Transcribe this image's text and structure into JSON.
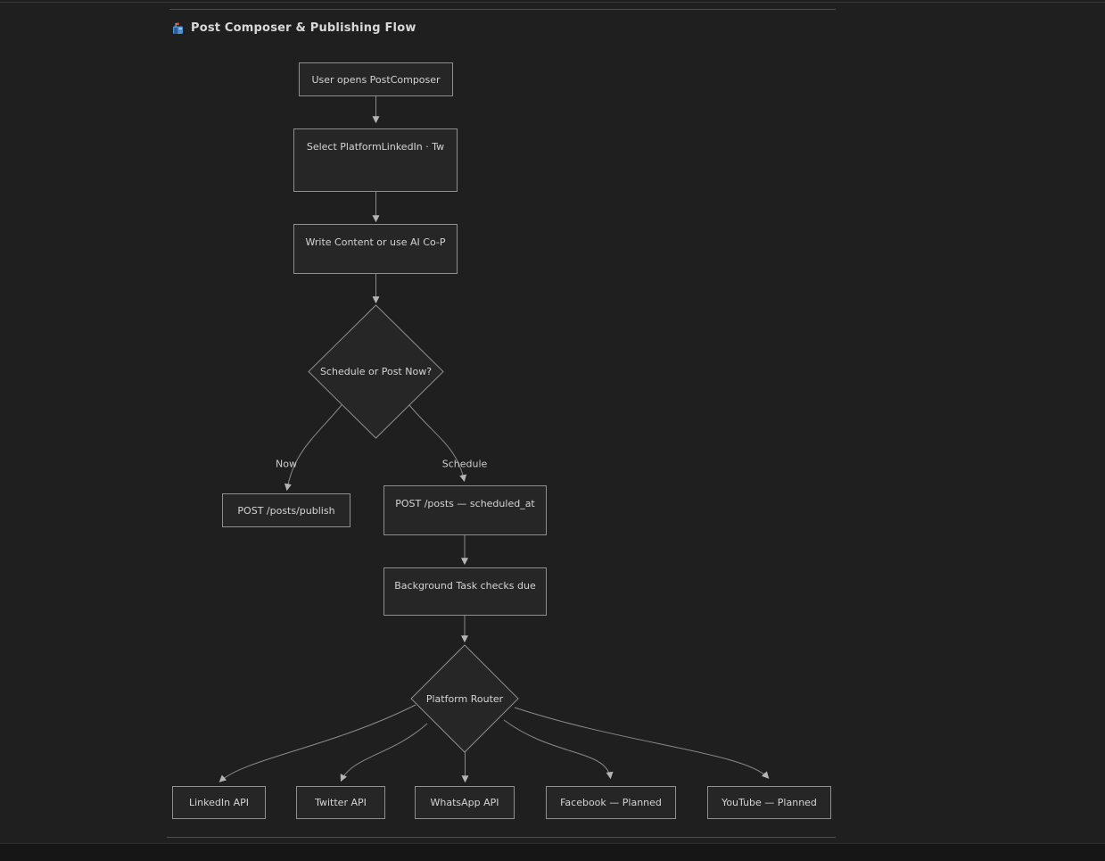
{
  "header": {
    "icon": "mailbox-icon",
    "title": "Post Composer & Publishing Flow"
  },
  "flowchart": {
    "type": "flowchart-top-down",
    "nodes": [
      {
        "id": "start",
        "shape": "rect",
        "label": "User opens PostComposer"
      },
      {
        "id": "select-platform",
        "shape": "rect",
        "label": "Select PlatformLinkedIn · Tw"
      },
      {
        "id": "write-content",
        "shape": "rect",
        "label": "Write Content or use AI Co-P"
      },
      {
        "id": "schedule-decision",
        "shape": "diamond",
        "label": "Schedule or Post Now?"
      },
      {
        "id": "post-publish",
        "shape": "rect",
        "label": "POST /posts/publish"
      },
      {
        "id": "post-scheduled",
        "shape": "rect",
        "label": "POST /posts — scheduled_at"
      },
      {
        "id": "background-task",
        "shape": "rect",
        "label": "Background Task checks due"
      },
      {
        "id": "platform-router",
        "shape": "diamond",
        "label": "Platform Router"
      },
      {
        "id": "linkedin-api",
        "shape": "rect",
        "label": "LinkedIn API"
      },
      {
        "id": "twitter-api",
        "shape": "rect",
        "label": "Twitter API"
      },
      {
        "id": "whatsapp-api",
        "shape": "rect",
        "label": "WhatsApp API"
      },
      {
        "id": "facebook-planned",
        "shape": "rect",
        "label": "Facebook — Planned"
      },
      {
        "id": "youtube-planned",
        "shape": "rect",
        "label": "YouTube — Planned"
      }
    ],
    "edge_labels": [
      {
        "label": "Now"
      },
      {
        "label": "Schedule"
      }
    ]
  },
  "colors": {
    "canvas_bg": "#1f1f1f",
    "node_fill": "#262626",
    "node_border": "#8f8f8f",
    "edge_line": "#8a8a8a",
    "arrowhead": "#b5b5b5",
    "node_text": "#d4d4d4",
    "title_text": "#d9d9d9",
    "mailbox_blue": "#4e8fd6",
    "flag_red": "#d94f3d"
  }
}
